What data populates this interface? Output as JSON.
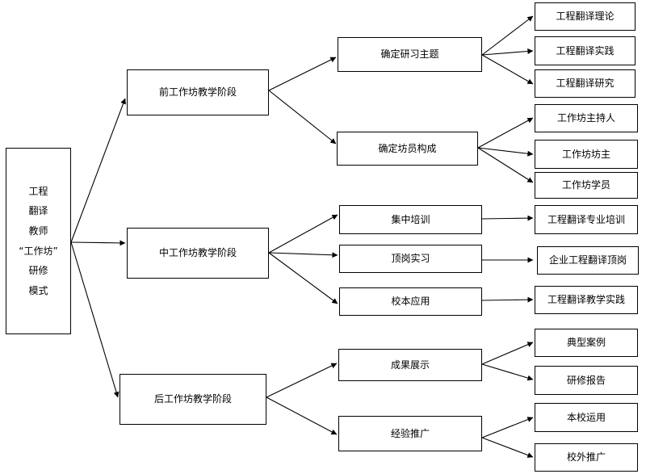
{
  "root": {
    "lines": [
      "工程",
      "翻译",
      "教师",
      "“工作坊”",
      "研修",
      "模式"
    ]
  },
  "stages": [
    {
      "label": "前工作坊教学阶段",
      "steps": [
        {
          "label": "确定研习主题",
          "items": [
            "工程翻译理论",
            "工程翻译实践",
            "工程翻译研究"
          ]
        },
        {
          "label": "确定坊员构成",
          "items": [
            "工作坊主持人",
            "工作坊坊主",
            "工作坊学员"
          ]
        }
      ]
    },
    {
      "label": "中工作坊教学阶段",
      "steps": [
        {
          "label": "集中培训",
          "items": [
            "工程翻译专业培训"
          ]
        },
        {
          "label": "顶岗实习",
          "items": [
            "企业工程翻译顶岗"
          ]
        },
        {
          "label": "校本应用",
          "items": [
            "工程翻译教学实践"
          ]
        }
      ]
    },
    {
      "label": "后工作坊教学阶段",
      "steps": [
        {
          "label": "成果展示",
          "items": [
            "典型案例",
            "研修报告"
          ]
        },
        {
          "label": "经验推广",
          "items": [
            "本校运用",
            "校外推广"
          ]
        }
      ]
    }
  ]
}
